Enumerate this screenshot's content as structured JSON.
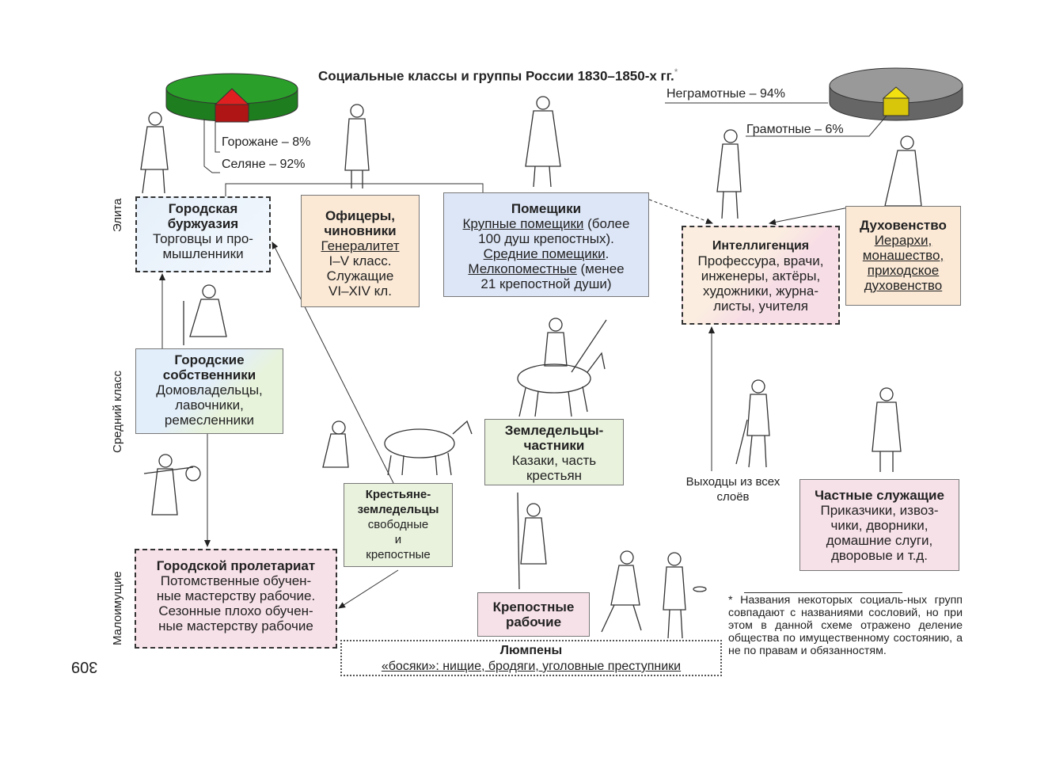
{
  "title": "Социальные классы и группы России 1830–1850-х гг.",
  "title_mark": "*",
  "left_pie": {
    "color_main": "#2aa02a",
    "color_slice": "#e02020",
    "labels": [
      {
        "text": "Горожане – 8%",
        "value": 8
      },
      {
        "text": "Селяне – 92%",
        "value": 92
      }
    ]
  },
  "right_pie": {
    "color_main": "#888888",
    "color_slice": "#f2e010",
    "labels": [
      {
        "text": "Неграмотные – 94%",
        "value": 94
      },
      {
        "text": "Грамотные – 6%",
        "value": 6
      }
    ]
  },
  "side_labels": {
    "elite": "Элита",
    "middle": "Средний класс",
    "poor": "Малоимущие"
  },
  "boxes": {
    "bourgeoisie": {
      "title1": "Городская",
      "title2": "буржуазия",
      "line1": "Торговцы и про-",
      "line2": "мышленники"
    },
    "officers": {
      "title1": "Офицеры,",
      "title2": "чиновники",
      "line1": "Генералитет",
      "line2": "I–V класс.",
      "line3": "Служащие",
      "line4": "VI–XIV кл."
    },
    "landowners": {
      "title": "Помещики",
      "l1a": "Крупные помещики",
      "l1b": " (более",
      "l2": "100 душ крепостных).",
      "l3": "Средние помещики",
      "l3b": ".",
      "l4a": "Мелкопоместные",
      "l4b": " (менее",
      "l5": "21 крепостной души)"
    },
    "intelligentsia": {
      "title": "Интеллигенция",
      "line1": "Профессура, врачи,",
      "line2": "инженеры, актёры,",
      "line3": "художники, журна-",
      "line4": "листы, учителя"
    },
    "clergy": {
      "title": "Духовенство",
      "line1": "Иерархи,",
      "line2": "монашество,",
      "line3": "приходское",
      "line4": "духовенство"
    },
    "owners": {
      "title1": "Городские",
      "title2": "собственники",
      "line1": "Домовладельцы,",
      "line2": "лавочники,",
      "line3": "ремесленники"
    },
    "farmers": {
      "title1": "Земледельцы-",
      "title2": "частники",
      "line1": "Казаки, часть",
      "line2": "крестьян"
    },
    "peasants": {
      "title1": "Крестьяне-",
      "title2": "земледельцы",
      "line1": "свободные",
      "line2": "и",
      "line3": "крепостные"
    },
    "proletariat": {
      "title": "Городской пролетариат",
      "line1": "Потомственные обучен-",
      "line2": "ные мастерству рабочие.",
      "line3": "Сезонные плохо обучен-",
      "line4": "ные мастерству рабочие"
    },
    "serf_workers": {
      "title1": "Крепостные",
      "title2": "рабочие"
    },
    "private_servants": {
      "title": "Частные служащие",
      "line1": "Приказчики, извоз-",
      "line2": "чики, дворники,",
      "line3": "домашние слуги,",
      "line4": "дворовые и т.д."
    },
    "lumpen": {
      "title": "Люмпены",
      "line1": "«босяки»: нищие, бродяги, уголовные преступники"
    }
  },
  "from_all": {
    "line1": "Выходцы из всех",
    "line2": "слоёв"
  },
  "footnote": "* Названия некоторых социаль-ных групп совпадают с названиями сословий, но при этом в данной схеме отражено деление общества по имущественному состоянию, а не по правам и обязанностям.",
  "page_number": "309"
}
